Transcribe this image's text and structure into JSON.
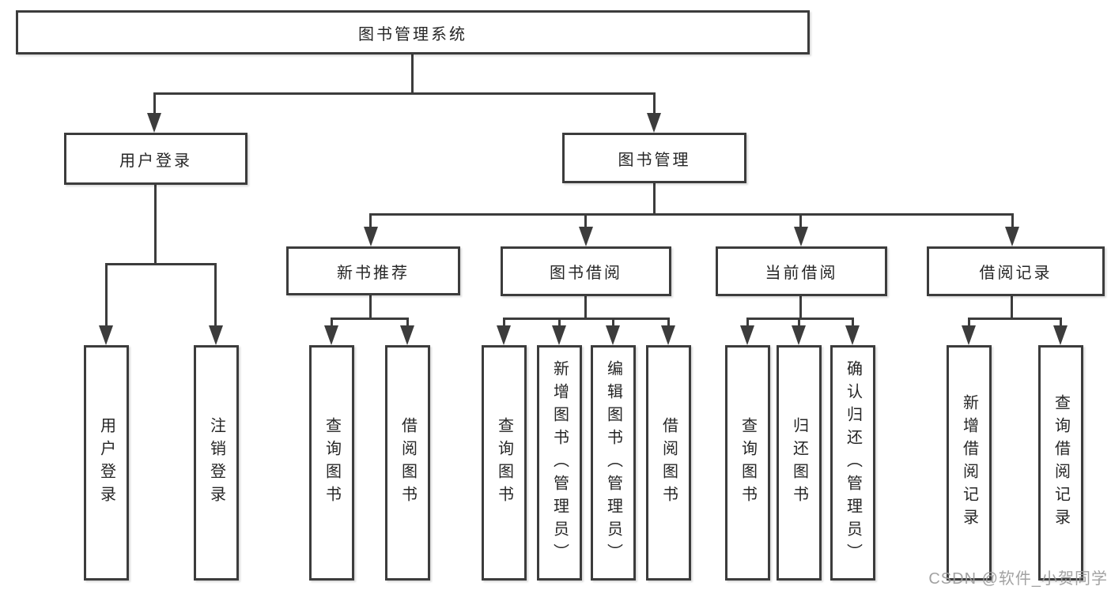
{
  "diagram": {
    "type": "hierarchy-tree",
    "root": {
      "label": "图书管理系统",
      "children": [
        {
          "label": "用户登录",
          "children": [
            {
              "label": "用户登录"
            },
            {
              "label": "注销登录"
            }
          ]
        },
        {
          "label": "图书管理",
          "children": [
            {
              "label": "新书推荐",
              "children": [
                {
                  "label": "查询图书"
                },
                {
                  "label": "借阅图书"
                }
              ]
            },
            {
              "label": "图书借阅",
              "children": [
                {
                  "label": "查询图书"
                },
                {
                  "label": "新增图书（管理员）"
                },
                {
                  "label": "编辑图书（管理员）"
                },
                {
                  "label": "借阅图书"
                }
              ]
            },
            {
              "label": "当前借阅",
              "children": [
                {
                  "label": "查询图书"
                },
                {
                  "label": "归还图书"
                },
                {
                  "label": "确认归还（管理员）"
                }
              ]
            },
            {
              "label": "借阅记录",
              "children": [
                {
                  "label": "新增借阅记录"
                },
                {
                  "label": "查询借阅记录"
                }
              ]
            }
          ]
        }
      ]
    }
  },
  "watermark": {
    "text": "CSDN @软件_小贺同学"
  },
  "colors": {
    "line": "#3c3c3c",
    "box_border": "#3c3c3c",
    "text": "#262626",
    "background": "#ffffff",
    "watermark": "#9b9b9b"
  }
}
